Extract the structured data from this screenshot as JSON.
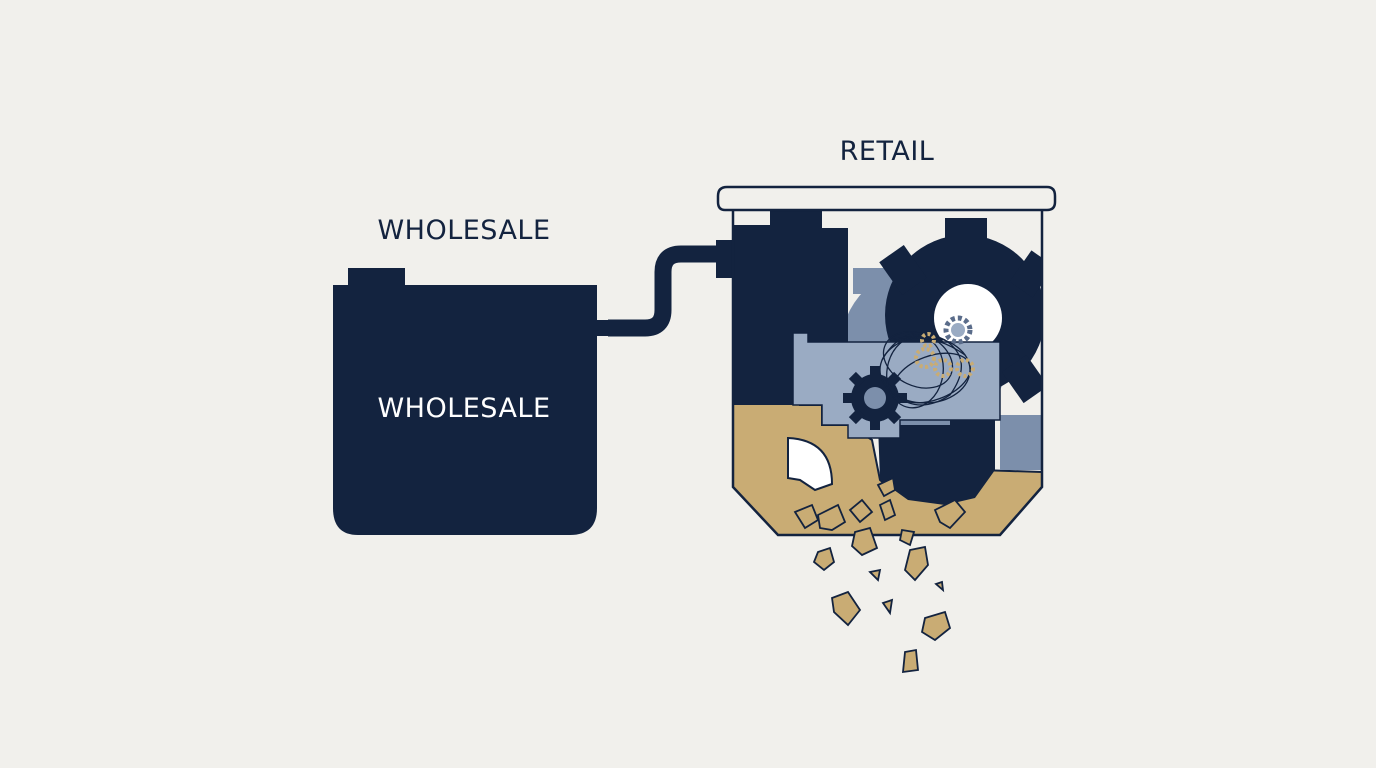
{
  "labels": {
    "wholesale_heading": "WHOLESALE",
    "wholesale_tank": "WHOLESALE",
    "retail_heading": "RETAIL"
  },
  "colors": {
    "background": "#f1f0ec",
    "navy": "#13233f",
    "slate": "#7c8fab",
    "slate_light": "#9aabc3",
    "tan": "#c9ac74",
    "white": "#ffffff"
  }
}
